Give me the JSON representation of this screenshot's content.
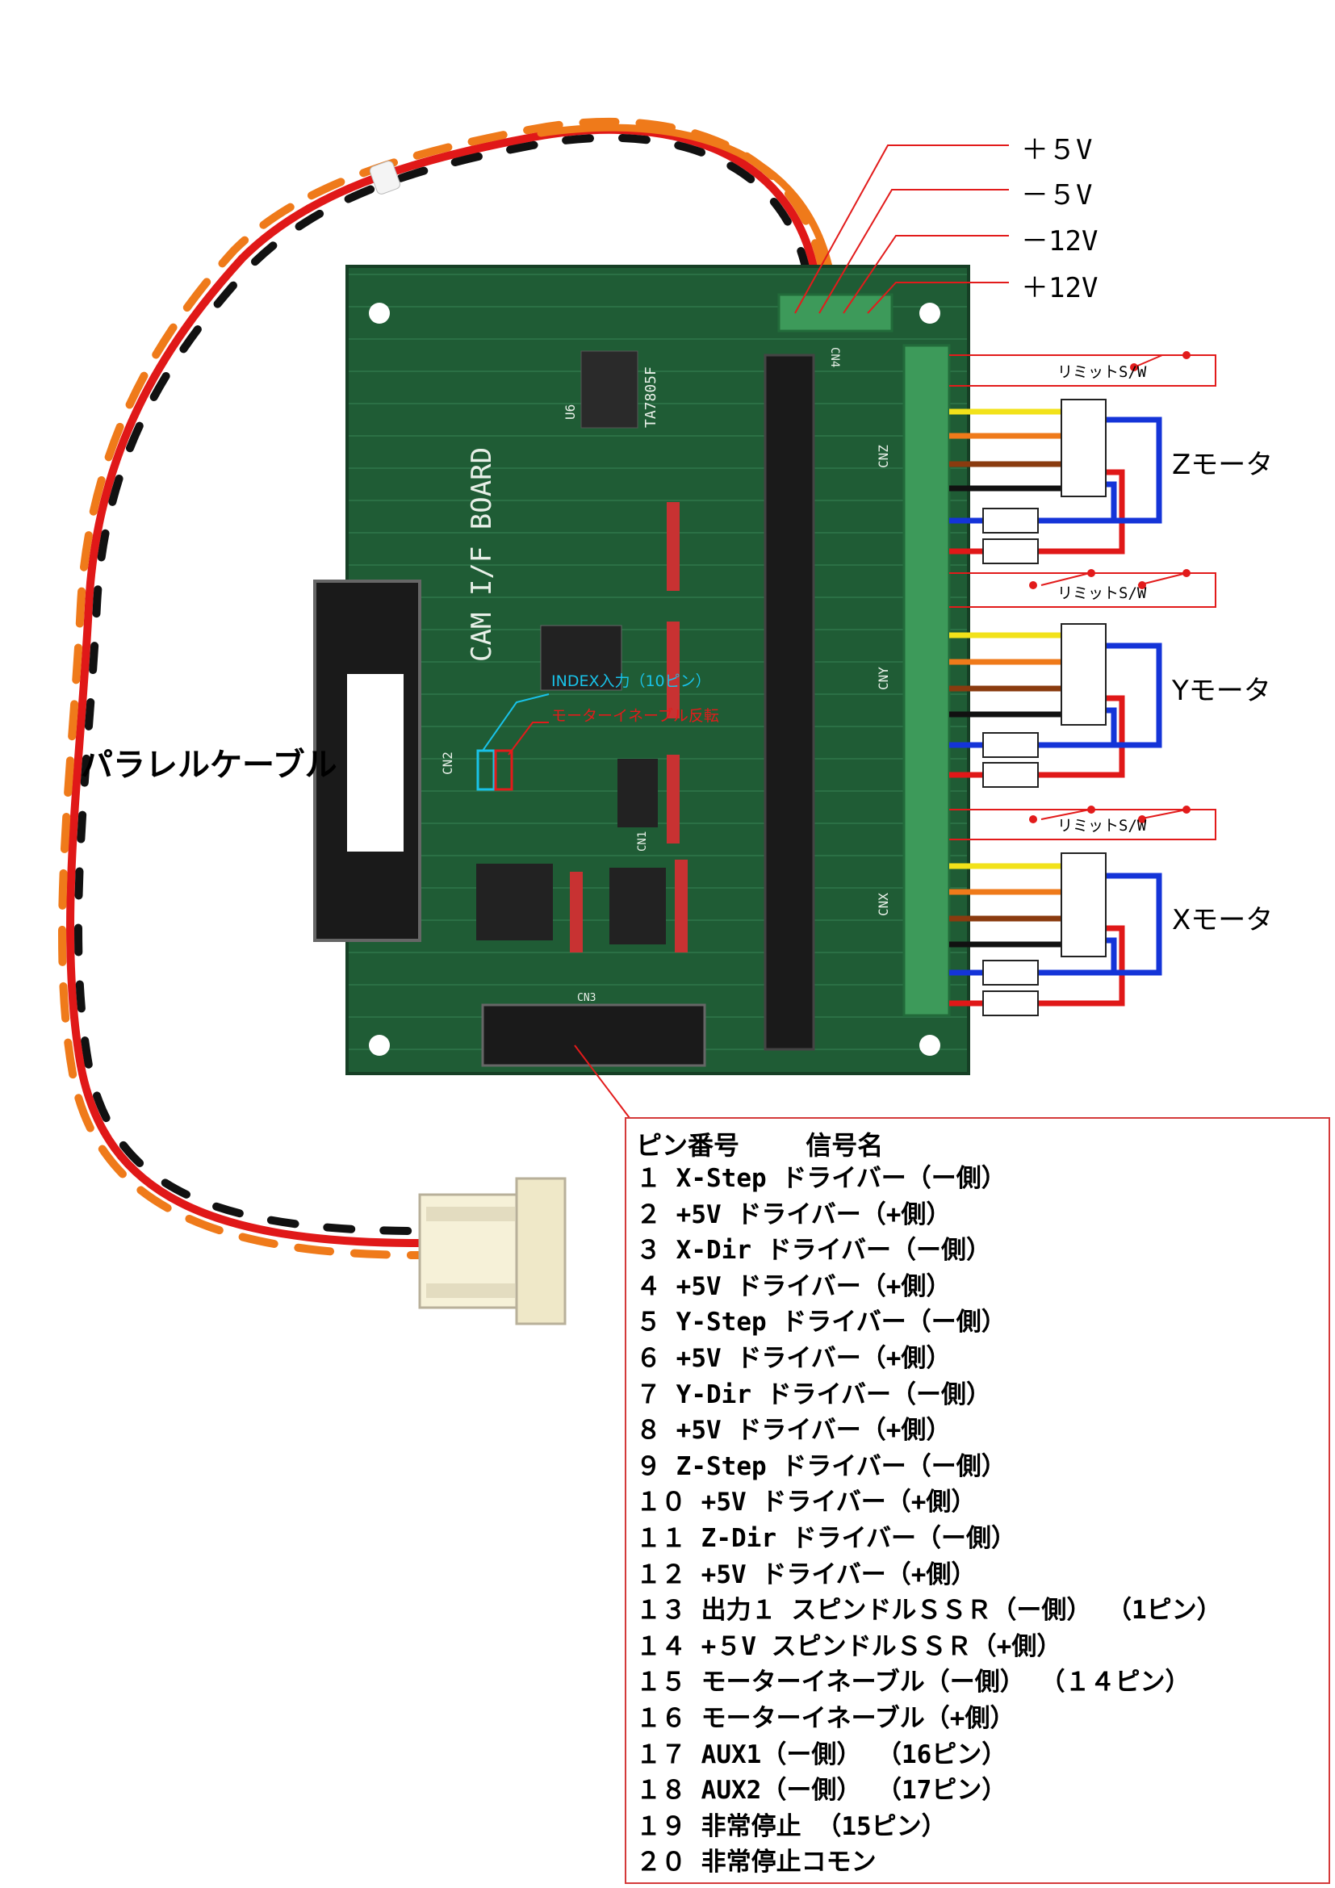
{
  "voltages": {
    "v1": "＋５V",
    "v2": "－５V",
    "v3": "－12V",
    "v4": "＋12V"
  },
  "motors": {
    "z": "Zモータ",
    "y": "Yモータ",
    "x": "Xモータ"
  },
  "limit_label": "リミットS/W",
  "cable_label": "パラレルケーブル",
  "board": {
    "title": "CAM I/F BOARD",
    "regulator": "TA7805F",
    "u6": "U6",
    "connectors": {
      "cnz": "CNZ",
      "cny": "CNY",
      "cnx": "CNX",
      "cn4": "CN4",
      "cn2": "CN2",
      "cn3": "CN3",
      "cn1": "CN1"
    },
    "index_note": "INDEX入力（10ピン）",
    "enable_note": "モーターイネーブル反転"
  },
  "pin_table": {
    "header_pin": "ピン番号",
    "header_signal": "信号名",
    "rows": [
      "１ X-Step ドライバー（ー側）",
      "２ +5V ドライバー（+側）",
      "３ X-Dir ドライバー（ー側）",
      "４ +5V ドライバー（+側）",
      "５ Y-Step ドライバー（ー側）",
      "６ +5V ドライバー（+側）",
      "７ Y-Dir ドライバー（ー側）",
      "８ +5V ドライバー（+側）",
      "９ Z-Step ドライバー（ー側）",
      "１０ +5V ドライバー（+側）",
      "１１ Z-Dir ドライバー（ー側）",
      "１２ +5V ドライバー（+側）",
      "１３ 出力１ スピンドルＳＳＲ（ー側） （1ピン）",
      "１４ +５V スピンドルＳＳＲ（+側）",
      "１５ モーターイネーブル（ー側） （１４ピン）",
      "１６ モーターイネーブル（+側）",
      "１７ AUX1（ー側） （16ピン）",
      "１８ AUX2（ー側） （17ピン）",
      "１９ 非常停止 （15ピン）",
      "２０ 非常停止コモン"
    ]
  },
  "colors": {
    "pcb": "#1f5c35",
    "wire_red": "#e01818",
    "wire_orange": "#ef7a1a",
    "wire_black": "#111111",
    "wire_yellow": "#f2e21a",
    "wire_brown": "#8a3b0f",
    "wire_blue": "#1434d8",
    "annot_red": "#e21b1b",
    "annot_cyan": "#19c2e8"
  }
}
